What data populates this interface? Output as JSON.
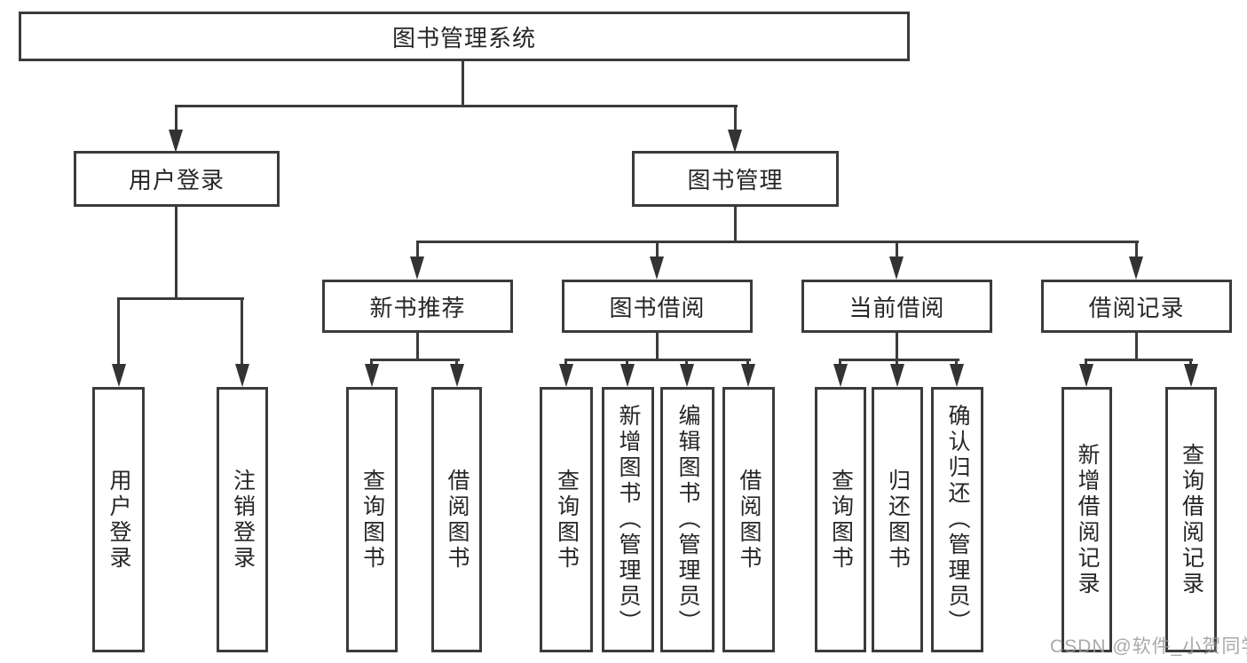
{
  "nodes": {
    "root": "图书管理系统",
    "user_login": "用户登录",
    "book_mgmt": "图书管理",
    "new_book": "新书推荐",
    "book_borrow": "图书借阅",
    "current_borrow": "当前借阅",
    "borrow_record": "借阅记录",
    "leaves": {
      "user_login_leaf": "用户登录",
      "logout": "注销登录",
      "nb_query": "查询图书",
      "nb_borrow": "借阅图书",
      "bb_query": "查询图书",
      "bb_add": "新增图书（管理员）",
      "bb_edit": "编辑图书（管理员）",
      "bb_borrow": "借阅图书",
      "cb_query": "查询图书",
      "cb_return": "归还图书",
      "cb_confirm": "确认归还（管理员）",
      "br_add": "新增借阅记录",
      "br_query": "查询借阅记录"
    }
  },
  "watermark": "CSDN @软件_小贺同学",
  "colors": {
    "line": "#3b3b3b",
    "box_border": "#3b3b3b",
    "text": "#262626",
    "watermark": "#9b9b9b",
    "background": "#ffffff"
  }
}
